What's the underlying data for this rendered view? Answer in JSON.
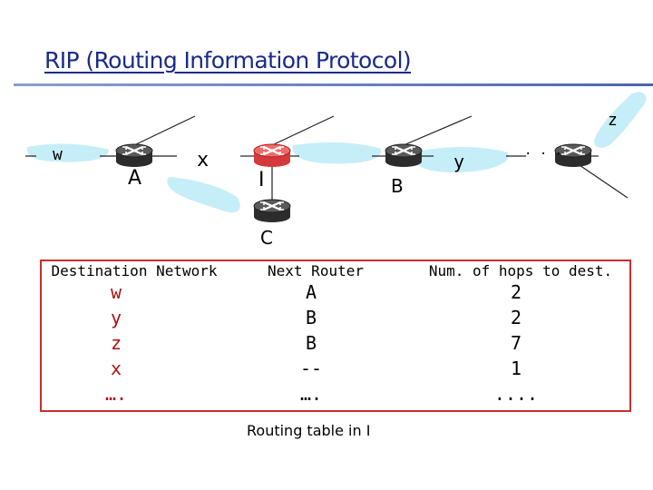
{
  "title": "RIP (Routing Information Protocol)",
  "network": {
    "labels": {
      "w": "w",
      "x": "x",
      "y": "y",
      "z": "z",
      "A": "A",
      "I": "I",
      "B": "B",
      "C": "C",
      "dots": ". . ."
    }
  },
  "table": {
    "headers": [
      "Destination Network",
      "Next  Router",
      "Num. of hops to dest."
    ],
    "destinations": [
      "w",
      "y",
      "z",
      "x",
      "…."
    ],
    "next_routers": [
      "A",
      "B",
      "B",
      "--",
      "…."
    ],
    "hops": [
      "2",
      "2",
      "7",
      "1",
      "...."
    ],
    "caption": "Routing table in I"
  },
  "colors": {
    "title": "#1a2a8a",
    "destination_text": "#b01010",
    "table_border": "#c83030",
    "highlighted_router": "#e03030",
    "network_blob": "#c6eef8"
  }
}
